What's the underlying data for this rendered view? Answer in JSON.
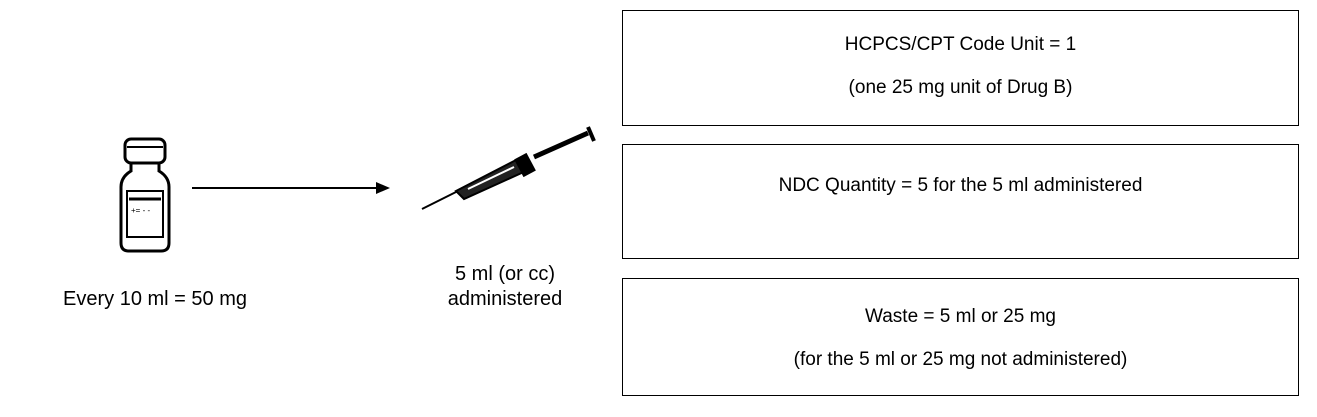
{
  "vial": {
    "icon": "vial-icon",
    "caption": "Every 10 ml = 50 mg"
  },
  "arrow": {
    "icon": "arrow-right-icon"
  },
  "syringe": {
    "icon": "syringe-icon",
    "caption_line1": "5 ml (or cc)",
    "caption_line2": "administered"
  },
  "boxes": [
    {
      "line1": "HCPCS/CPT Code Unit = 1",
      "line2": "(one 25 mg unit of Drug B)"
    },
    {
      "line1": "NDC Quantity = 5 for the 5 ml administered"
    },
    {
      "line1": "Waste = 5 ml or 25 mg",
      "line2": "(for the 5 ml or 25 mg not administered)"
    }
  ]
}
